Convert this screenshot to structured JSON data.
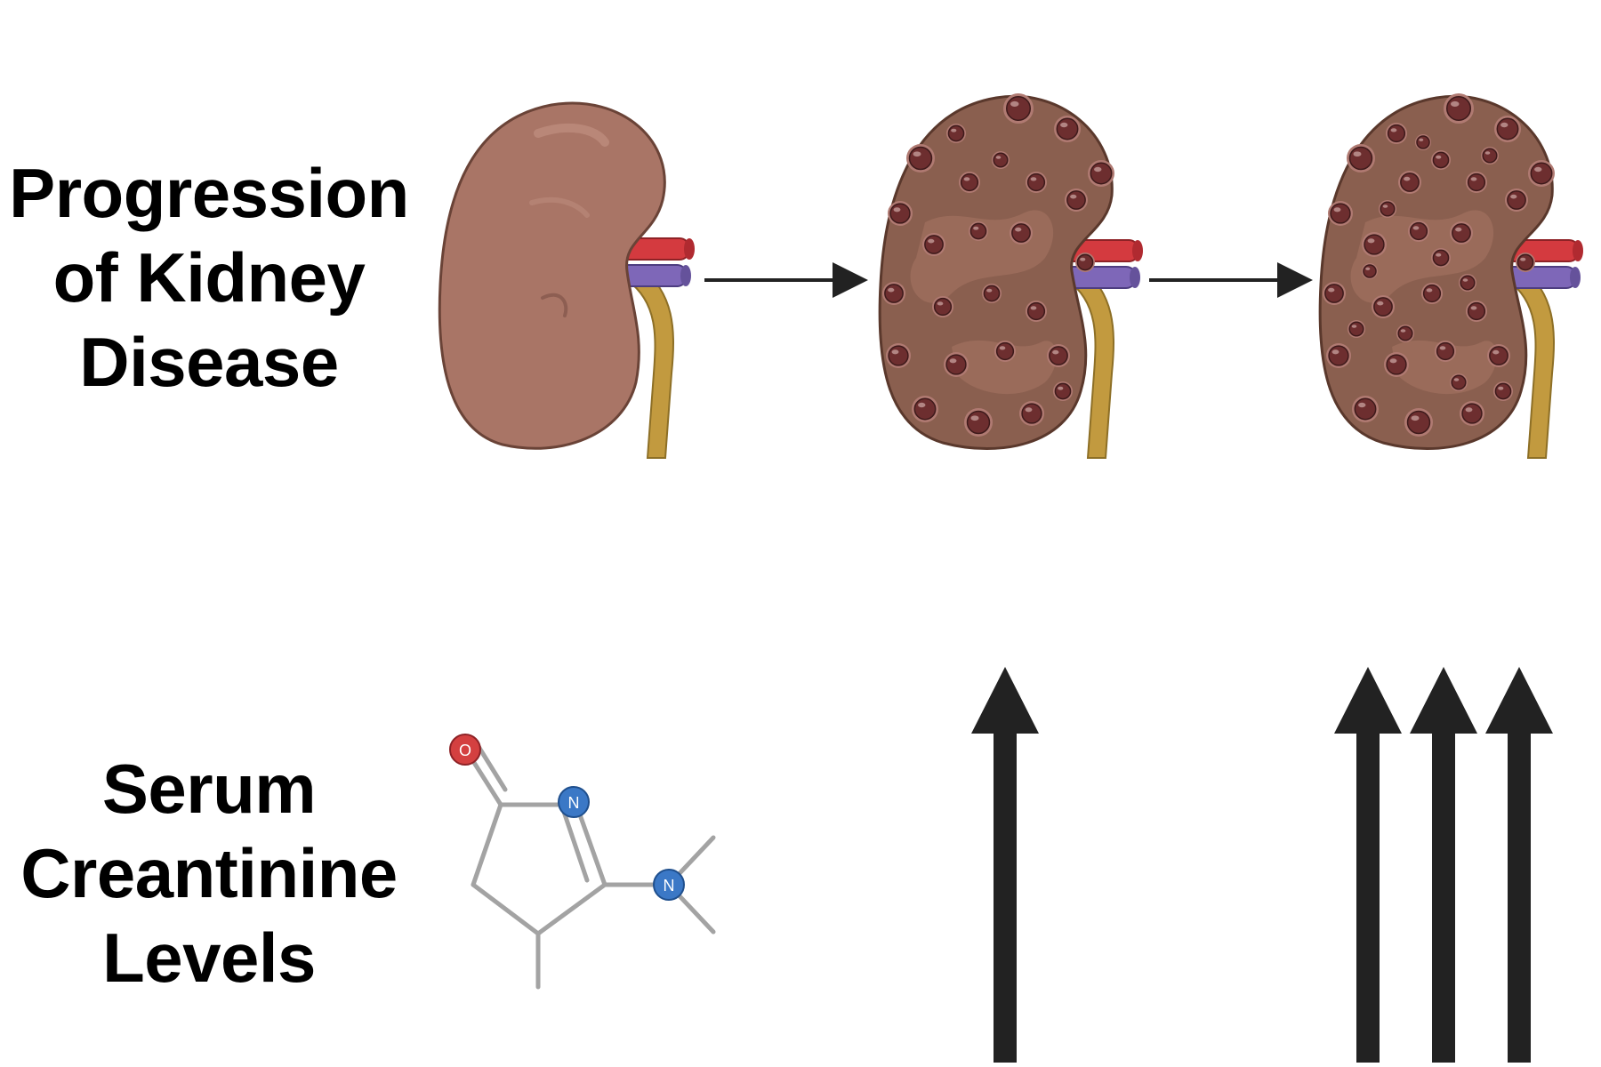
{
  "labels": {
    "progression": [
      "Progression",
      "of Kidney",
      "Disease"
    ],
    "creatinine": [
      "Serum",
      "Creantinine",
      "Levels"
    ]
  },
  "molecule": {
    "atoms": [
      "O",
      "N",
      "N"
    ]
  },
  "colors": {
    "kidney_healthy": "#a97566",
    "kidney_diseased": "#8a5f4f",
    "cyst": "#6d2e2f",
    "artery": "#d43a3f",
    "vein": "#7e67b8",
    "ureter": "#c29a3f",
    "oxygen_atom": "#d44040",
    "nitrogen_atom": "#3b78c6",
    "bond": "#a3a3a3",
    "arrow": "#222222"
  },
  "increase_indicators": {
    "stage_2_up_arrows": 1,
    "stage_3_up_arrows": 3
  }
}
